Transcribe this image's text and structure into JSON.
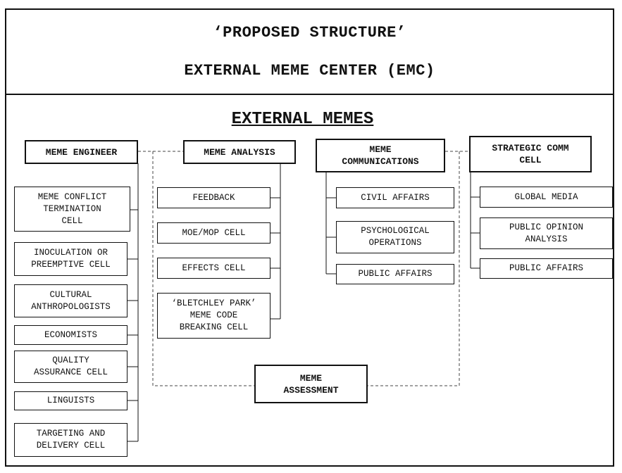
{
  "header": {
    "line1": "‘PROPOSED STRUCTURE’",
    "line2": "EXTERNAL MEME CENTER (EMC)"
  },
  "section_heading": "EXTERNAL MEMES",
  "nodes": {
    "meme_engineer": "MEME ENGINEER",
    "meme_analysis": "MEME ANALYSIS",
    "meme_communications": "MEME\nCOMMUNICATIONS",
    "strategic_comm": "STRATEGIC COMM\nCELL",
    "meme_assessment": "MEME\nASSESSMENT"
  },
  "engineer_cells": [
    "MEME CONFLICT\nTERMINATION\nCELL",
    "INOCULATION OR\nPREEMPTIVE CELL",
    "CULTURAL\nANTHROPOLOGISTS",
    "ECONOMISTS",
    "QUALITY\nASSURANCE CELL",
    "LINGUISTS",
    "TARGETING AND\nDELIVERY CELL"
  ],
  "analysis_cells": [
    "FEEDBACK",
    "MOE/MOP CELL",
    "EFFECTS CELL",
    "‘BLETCHLEY PARK’\nMEME CODE\nBREAKING CELL"
  ],
  "communications_cells": [
    "CIVIL AFFAIRS",
    "PSYCHOLOGICAL\nOPERATIONS",
    "PUBLIC AFFAIRS"
  ],
  "strategic_cells": [
    "GLOBAL MEDIA",
    "PUBLIC OPINION\nANALYSIS",
    "PUBLIC AFFAIRS"
  ]
}
